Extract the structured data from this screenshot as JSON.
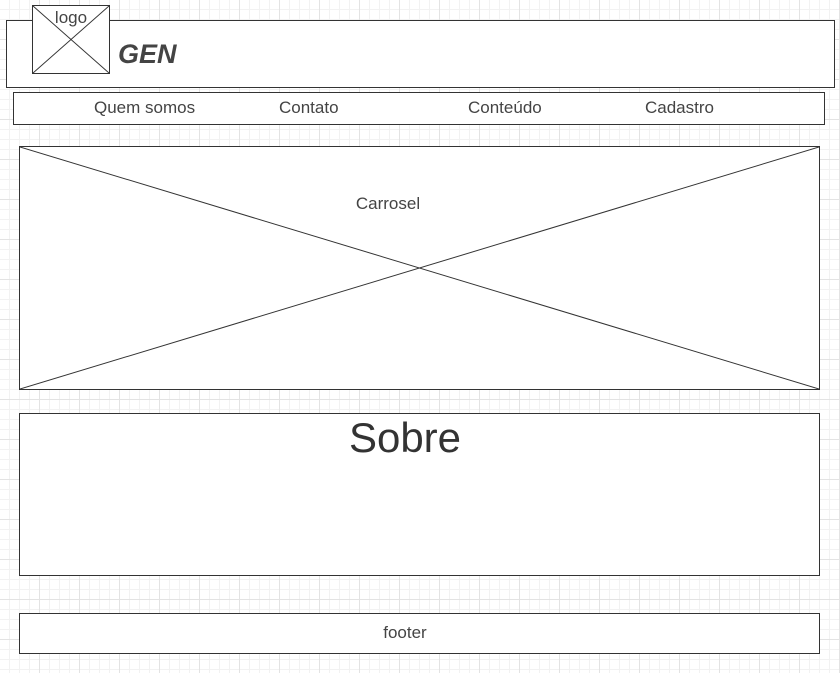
{
  "header": {
    "logo_label": "logo",
    "brand": "GEN"
  },
  "nav": {
    "items": [
      {
        "label": "Quem somos"
      },
      {
        "label": "Contato"
      },
      {
        "label": "Conteúdo"
      },
      {
        "label": "Cadastro"
      }
    ]
  },
  "carousel": {
    "label": "Carrosel"
  },
  "about": {
    "title": "Sobre"
  },
  "footer": {
    "label": "footer"
  },
  "colors": {
    "stroke": "#333333",
    "text": "#444444",
    "canvas": "#ffffff",
    "grid": "#e3e3e3"
  }
}
